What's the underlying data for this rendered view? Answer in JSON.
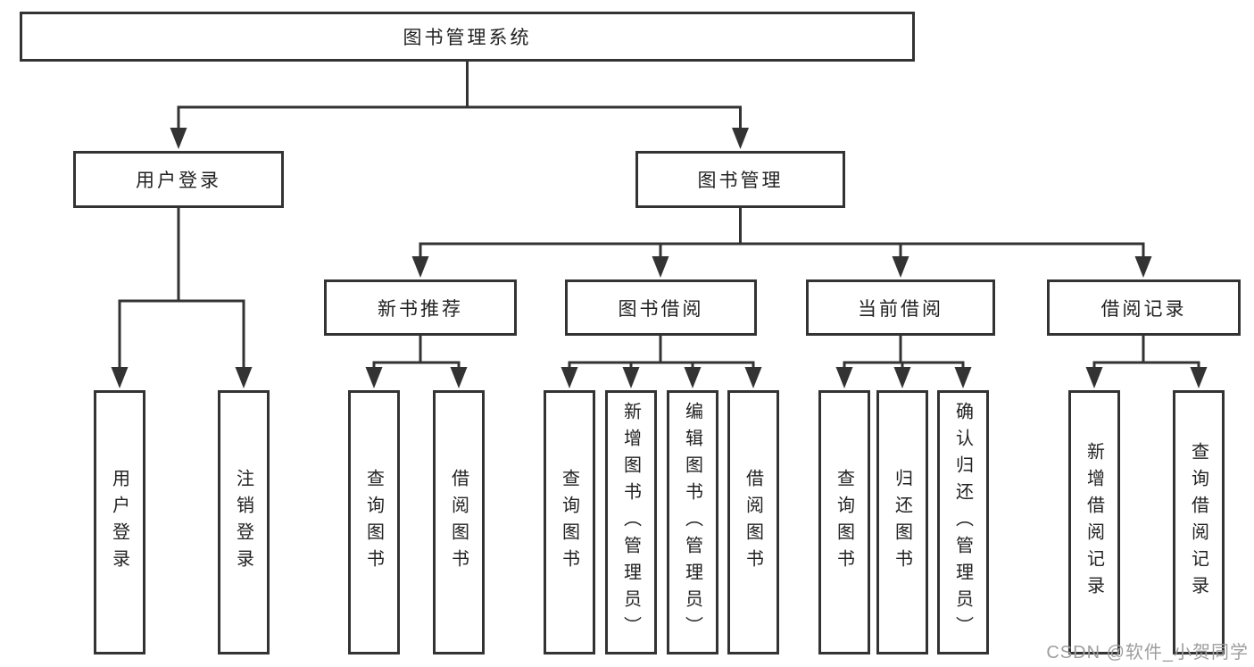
{
  "nodes": {
    "root": "图书管理系统",
    "user_login": "用户登录",
    "book_mgmt": "图书管理",
    "new_book_rec": "新书推荐",
    "book_borrow": "图书借阅",
    "current_borrow": "当前借阅",
    "borrow_records": "借阅记录",
    "leaf_user_login": "用户登录",
    "leaf_logout": "注销登录",
    "rec_query_books": "查询图书",
    "rec_borrow_books": "借阅图书",
    "bb_query_books": "查询图书",
    "bb_add_books": "新增图书（管理员）",
    "bb_edit_books": "编辑图书（管理员）",
    "bb_borrow_books": "借阅图书",
    "cb_query_books": "查询图书",
    "cb_return_books": "归还图书",
    "cb_confirm_return": "确认归还（管理员）",
    "br_add_record": "新增借阅记录",
    "br_query_record": "查询借阅记录"
  },
  "colors": {
    "line": "#333333",
    "text": "#222222",
    "box_fill": "#ffffff",
    "watermark": "#9e9e9e"
  },
  "watermark": "CSDN @软件_小贺同学"
}
